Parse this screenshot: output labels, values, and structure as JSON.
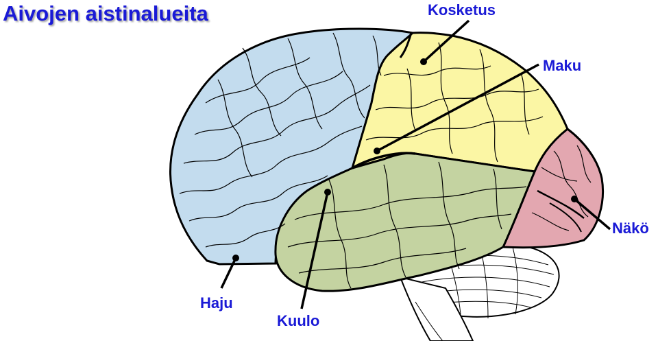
{
  "title": "Aivojen aistinalueita",
  "labels": {
    "kosketus": "Kosketus",
    "maku": "Maku",
    "nako": "Näkö",
    "haju": "Haju",
    "kuulo": "Kuulo"
  },
  "colors": {
    "title": "#1a1ad6",
    "label": "#1a1ad6",
    "frontal": "#c3dcee",
    "parietal": "#fbf6a4",
    "temporal": "#c4d3a1",
    "occipital": "#e3a7b0",
    "cerebellum": "#ffffff",
    "outline": "#000000"
  }
}
